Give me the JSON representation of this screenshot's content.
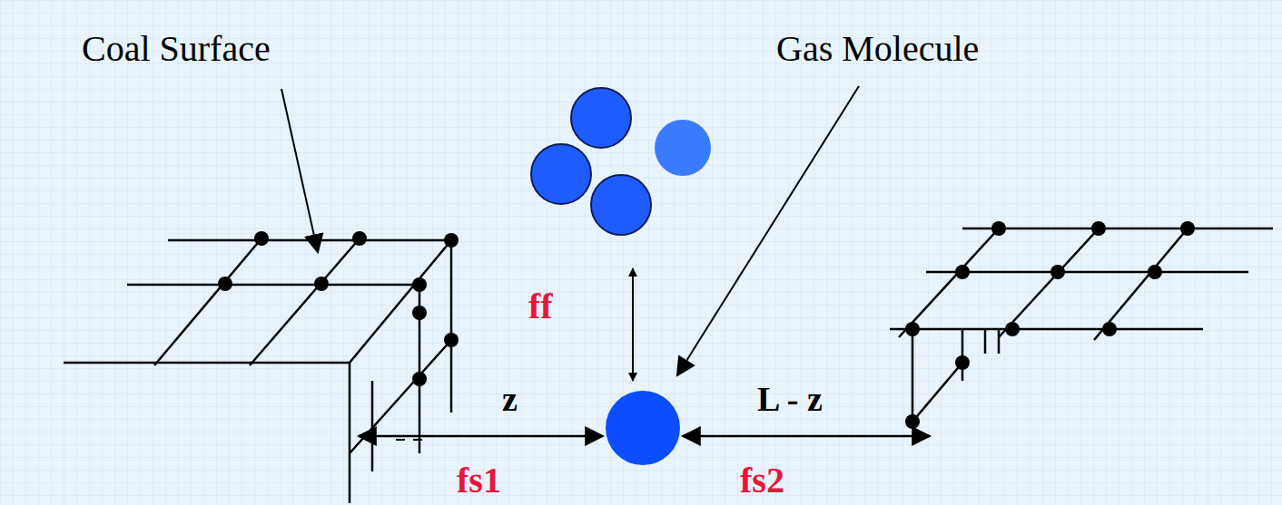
{
  "diagram": {
    "labels": [
      "Coal Surface",
      "Gas Molecule",
      "ff",
      "z",
      "L - z",
      "fs1",
      "fs2"
    ]
  }
}
